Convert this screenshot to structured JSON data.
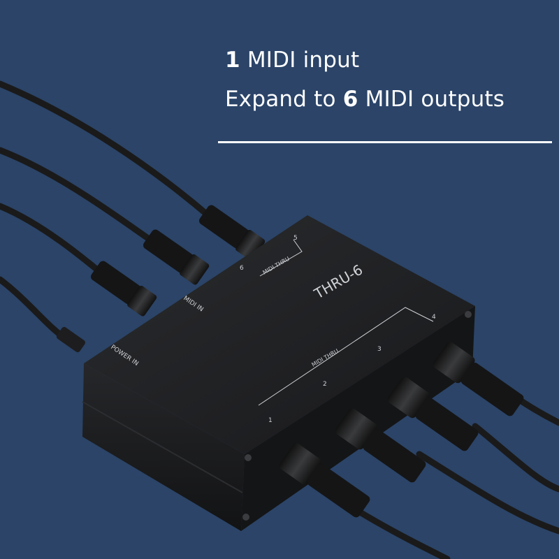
{
  "headline": {
    "line1_number": "1",
    "line1_text": " MIDI input",
    "line2_text": "Expand to ",
    "line2_number": "6",
    "line2_suffix": " MIDI outputs"
  },
  "device": {
    "model": "THRU-6",
    "power_label": "POWER IN",
    "midi_in_label": "MIDI IN",
    "midi_thru_label": "MIDI THRU",
    "port_numbers": [
      "1",
      "2",
      "3",
      "4",
      "5",
      "6"
    ]
  },
  "colors": {
    "background": "#2b4468",
    "device_body": "#1c1d1f",
    "text": "#ffffff"
  }
}
